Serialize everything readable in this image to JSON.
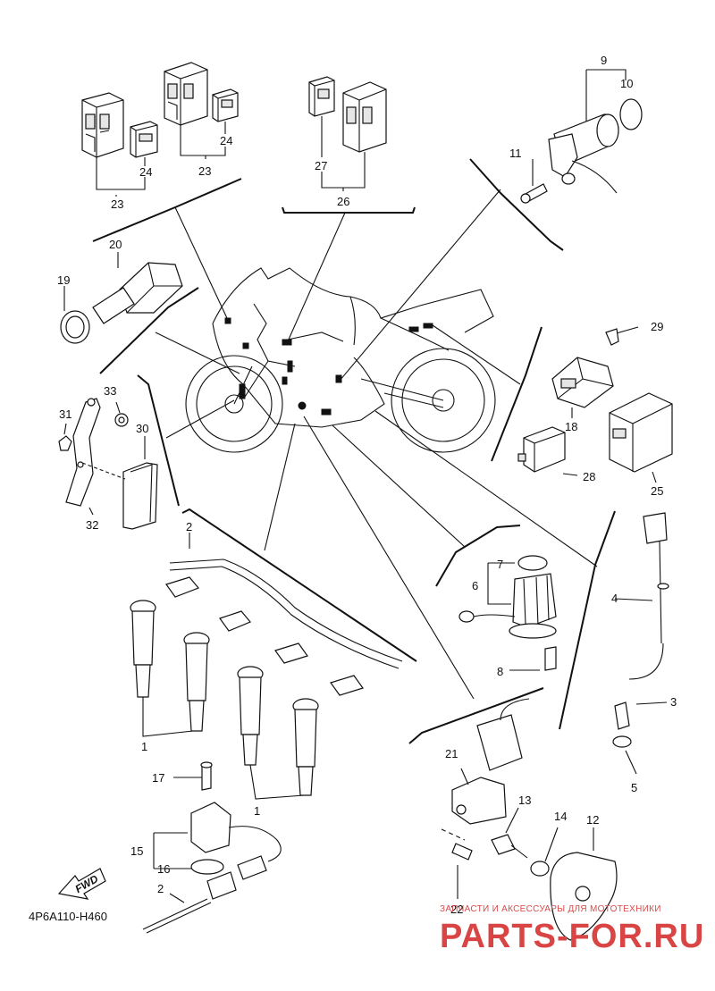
{
  "diagram_code": "4P6A110-H460",
  "fwd_label": "FWD",
  "watermark": {
    "top_text": "ЗАПЧАСТИ И АКСЕССУАРЫ ДЛЯ МОТОТЕХНИКИ",
    "brand": "PARTS-FOR.RU"
  },
  "callouts": {
    "c1a": "1",
    "c1b": "1",
    "c2a": "2",
    "c2b": "2",
    "c3": "3",
    "c4": "4",
    "c5": "5",
    "c6": "6",
    "c7": "7",
    "c8": "8",
    "c9": "9",
    "c10": "10",
    "c11": "11",
    "c12": "12",
    "c13": "13",
    "c14": "14",
    "c15": "15",
    "c16": "16",
    "c17": "17",
    "c18": "18",
    "c19": "19",
    "c20": "20",
    "c21": "21",
    "c22": "22",
    "c23a": "23",
    "c23b": "23",
    "c24a": "24",
    "c24b": "24",
    "c25": "25",
    "c26": "26",
    "c27": "27",
    "c28": "28",
    "c29": "29",
    "c30": "30",
    "c31": "31",
    "c32": "32",
    "c33": "33"
  }
}
